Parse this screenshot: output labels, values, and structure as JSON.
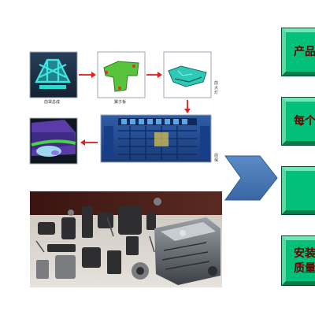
{
  "flow": {
    "captions": {
      "front_frame": "前罩总成",
      "fender": "翼子板",
      "headlamp": "前大灯",
      "grille": "前保"
    },
    "arrow_color": "#e0201b"
  },
  "big_arrow": {
    "color": "#4a7ab8"
  },
  "boxes": [
    {
      "label": "产品"
    },
    {
      "label": "每个"
    },
    {
      "label": ""
    },
    {
      "line1": "安装",
      "line2": "质量"
    }
  ],
  "colors": {
    "box_fill": "#00c07a",
    "box_text": "#6b0000",
    "panel_bg": "#1f3346"
  }
}
